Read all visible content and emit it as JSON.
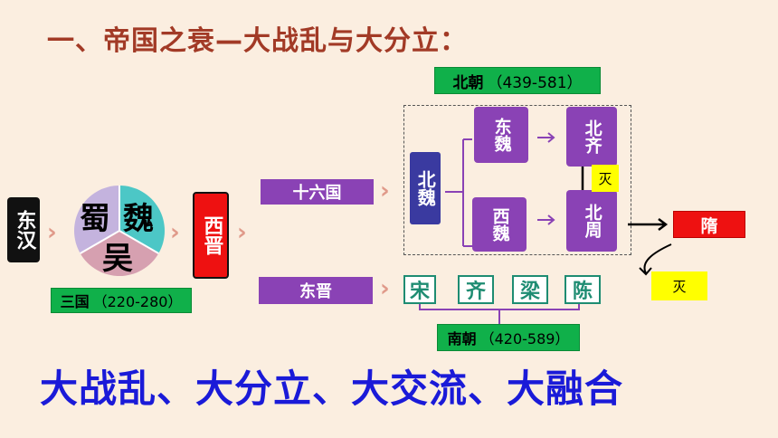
{
  "title": "一、帝国之衰—大战乱与大分立：",
  "donghan": "东汉",
  "sanguo": {
    "shu": "蜀",
    "wei": "魏",
    "wu": "吴",
    "label": "三国",
    "years": "（220-280）"
  },
  "xijin": "西晋",
  "shiliuguo": "十六国",
  "dongjin": "东晋",
  "beichao": {
    "label": "北朝",
    "years": "（439-581）"
  },
  "beiwei": "北魏",
  "dongwei": "东魏",
  "xiwei": "西魏",
  "beiqi": "北齐",
  "beizhou": "北周",
  "mie1": "灭",
  "mie2": "灭",
  "sui": "隋",
  "nanchao": {
    "label": "南朝",
    "years": "（420-589）",
    "dynasties": [
      "宋",
      "齐",
      "梁",
      "陈"
    ]
  },
  "summary": "大战乱、大分立、大交流、大融合",
  "colors": {
    "title": "#a23a26",
    "purple": "#8a42b5",
    "red": "#ee1111",
    "green": "#10b04a",
    "teal": "#1e8c72",
    "blue": "#1a1ad8"
  }
}
